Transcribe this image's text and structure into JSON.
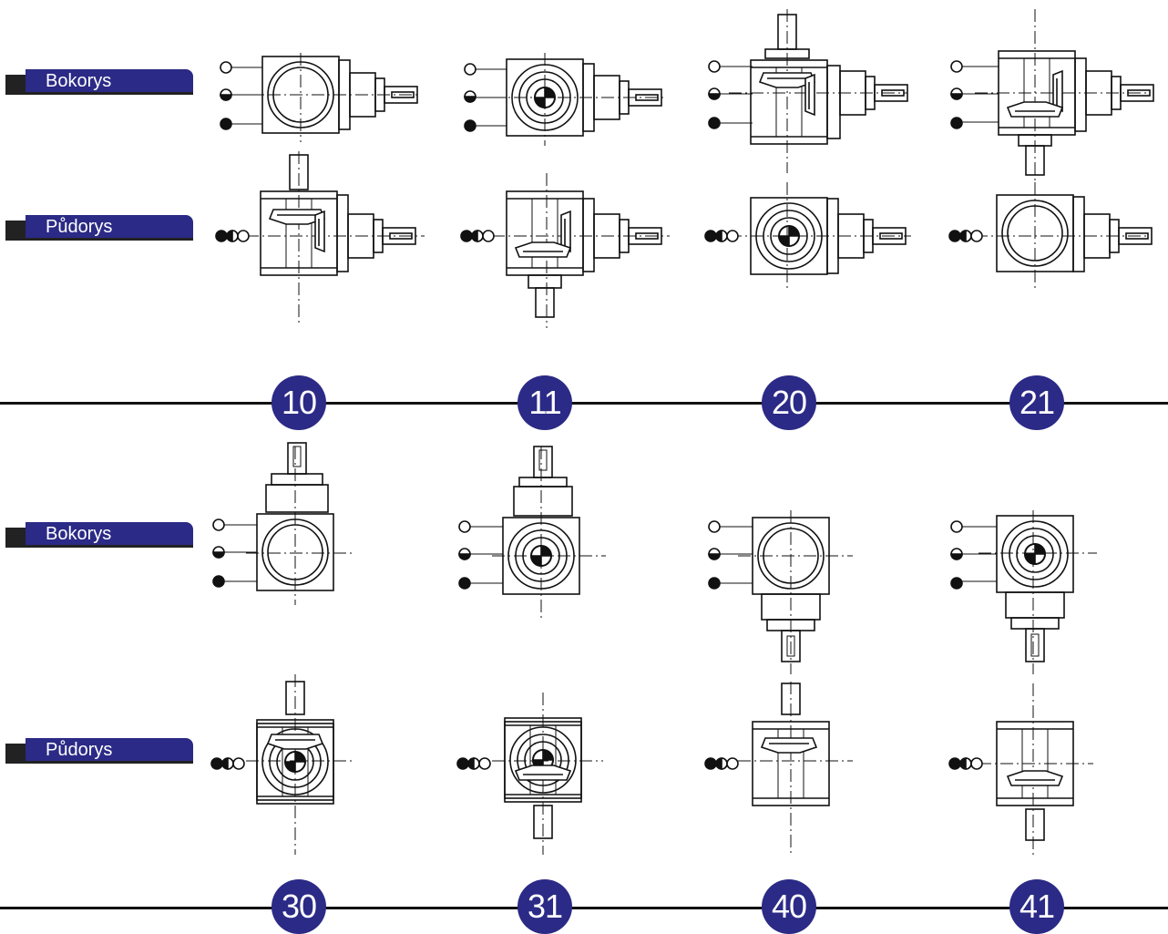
{
  "colors": {
    "accent": "#2b2a86",
    "ink": "#111111",
    "paper": "#ffffff"
  },
  "labels": {
    "side_view": "Bokorys",
    "top_view": "Půdorys"
  },
  "rows": [
    {
      "variants": [
        "10",
        "11",
        "20",
        "21"
      ]
    },
    {
      "variants": [
        "30",
        "31",
        "40",
        "41"
      ]
    }
  ],
  "icons": {
    "position_markers": [
      "open-circle-icon",
      "half-filled-circle-icon",
      "filled-circle-icon"
    ]
  }
}
